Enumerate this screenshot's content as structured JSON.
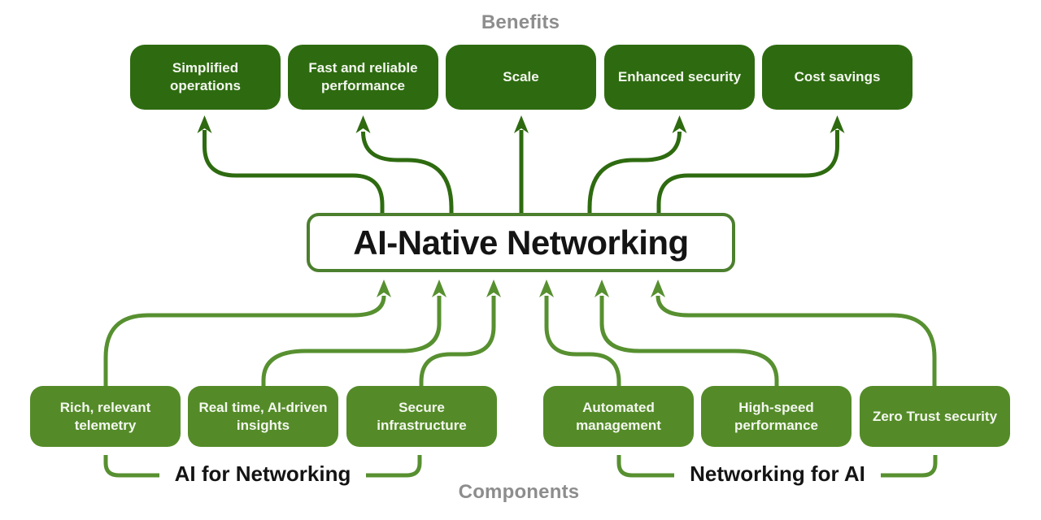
{
  "title": "AI-Native Networking",
  "benefits": {
    "label": "Benefits",
    "items": [
      {
        "label": "Simplified operations"
      },
      {
        "label": "Fast and reliable performance"
      },
      {
        "label": "Scale"
      },
      {
        "label": "Enhanced security"
      },
      {
        "label": "Cost savings"
      }
    ]
  },
  "components": {
    "label": "Components",
    "groups": [
      {
        "label": "AI for Networking",
        "items": [
          {
            "label": "Rich, relevant telemetry"
          },
          {
            "label": "Real time, AI-driven insights"
          },
          {
            "label": "Secure infrastructure"
          }
        ]
      },
      {
        "label": "Networking for AI",
        "items": [
          {
            "label": "Automated management"
          },
          {
            "label": "High-speed performance"
          },
          {
            "label": "Zero Trust security"
          }
        ]
      }
    ]
  },
  "colors": {
    "dark-green": "#2e6b10",
    "medium-green": "#548b28",
    "arrow-dark": "#2e6b10",
    "arrow-medium": "#579030",
    "center-border": "#4c7f2e",
    "label-gray": "#8d8d8d",
    "text-black": "#141414",
    "box-text": "#f4f7f0"
  }
}
